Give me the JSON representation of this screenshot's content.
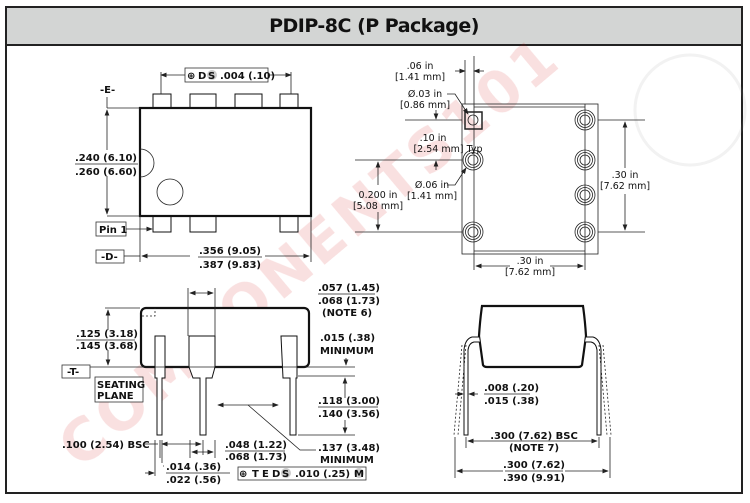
{
  "title": "PDIP-8C (P Package)",
  "watermark": "COMPONENTS101",
  "top_view": {
    "position_tolerance": {
      "symbol": "⊕",
      "datum": "D",
      "modifier": "S",
      "value": ".004 (.10)"
    },
    "datum_e": "-E-",
    "width_min": ".240 (6.10)",
    "width_max": ".260 (6.60)",
    "pin1_label": "Pin 1",
    "datum_d": "-D-",
    "length_min": ".356 (9.05)",
    "length_max": ".387 (9.83)"
  },
  "footprint": {
    "pad_offset_in": ".06 in",
    "pad_offset_mm": "[1.41 mm]",
    "square_hole_in": "Ø.03 in",
    "square_hole_mm": "[0.86 mm]",
    "pitch_in": ".10 in",
    "pitch_mm": "[2.54 mm] Typ",
    "hole_in": "Ø.06 in",
    "hole_mm": "[1.41 mm]",
    "span_in": "0.200 in",
    "span_mm": "[5.08 mm]",
    "row_spacing_in": ".30 in",
    "row_spacing_mm": "[7.62 mm]",
    "width_in": ".30 in",
    "width_mm": "[7.62 mm]"
  },
  "side_view": {
    "shoulder_min": ".057 (1.45)",
    "shoulder_max": ".068 (1.73)",
    "shoulder_note": "(NOTE 6)",
    "height_min": ".125 (3.18)",
    "height_max": ".145 (3.68)",
    "standoff": ".015 (.38)",
    "standoff_note": "MINIMUM",
    "datum_t": "-T-",
    "seating_plane_1": "SEATING",
    "seating_plane_2": "PLANE",
    "lead_length_min": ".118 (3.00)",
    "lead_length_max": ".140 (3.56)",
    "pitch": ".100 (2.54) BSC",
    "lead_width_min": ".048 (1.22)",
    "lead_width_max": ".068 (1.73)",
    "clearance": ".137 (3.48)",
    "clearance_note": "MINIMUM",
    "lead_thick_min": ".014 (.36)",
    "lead_thick_max": ".022 (.56)",
    "tolerance": {
      "symbol": "⊕",
      "datums": [
        "T",
        "E",
        "D"
      ],
      "modifier": "S",
      "value": ".010 (.25)",
      "material": "M"
    }
  },
  "end_view": {
    "lead_thick_min": ".008 (.20)",
    "lead_thick_max": ".015 (.38)",
    "row_spacing": ".300 (7.62) BSC",
    "row_note": "(NOTE 7)",
    "spread_min": ".300 (7.62)",
    "spread_max": ".390 (9.91)"
  }
}
